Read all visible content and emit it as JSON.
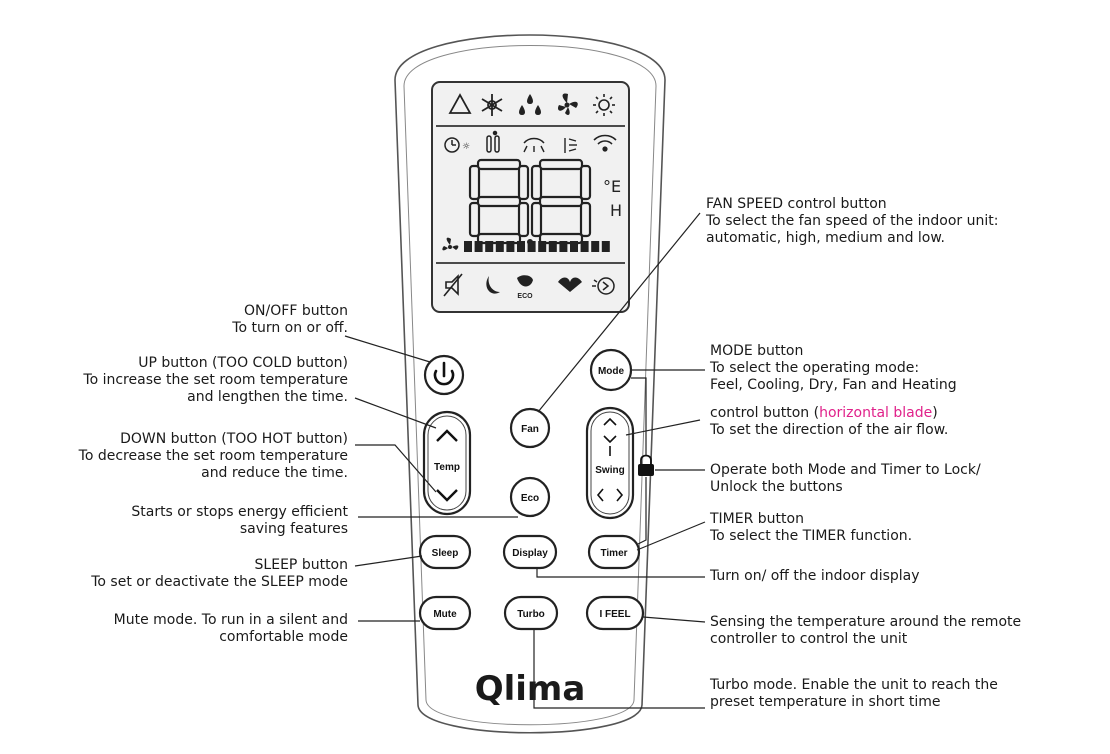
{
  "remote": {
    "brand": "Qlima",
    "display": {
      "digits": "88",
      "degree_units": [
        "°E",
        "H"
      ]
    },
    "buttons": {
      "mode": "Mode",
      "fan": "Fan",
      "temp": "Temp",
      "swing": "Swing",
      "eco": "Eco",
      "sleep": "Sleep",
      "display": "Display",
      "timer": "Timer",
      "mute": "Mute",
      "turbo": "Turbo",
      "ifeel": "I FEEL"
    }
  },
  "annotations": {
    "on_off": [
      "ON/OFF button",
      "To turn on or off."
    ],
    "up": [
      "UP button (TOO COLD button)",
      "To increase the set room temperature",
      "and lengthen the time."
    ],
    "down": [
      "DOWN button (TOO HOT button)",
      "To decrease the set room temperature",
      "and reduce the time."
    ],
    "eco": [
      "Starts or stops energy efficient",
      "saving features"
    ],
    "sleep": [
      "SLEEP button",
      "To set or deactivate the SLEEP mode"
    ],
    "mute": [
      "Mute mode. To run in a silent and",
      "comfortable mode"
    ],
    "fan_speed": [
      "FAN SPEED control button",
      "To select the fan speed of the indoor unit:",
      "automatic, high, medium and low."
    ],
    "mode": [
      "MODE button",
      "To select the operating mode:",
      "Feel, Cooling, Dry, Fan and Heating"
    ],
    "swing_prefix": "control button (",
    "swing_highlight": "horizontal blade",
    "swing_suffix": ")",
    "swing_line2": "To set the direction of the air flow.",
    "lock": [
      "Operate both Mode and Timer to Lock/",
      "Unlock the buttons"
    ],
    "timer": [
      "TIMER button",
      "To select the TIMER function."
    ],
    "display": "Turn on/ off the indoor display",
    "ifeel": [
      "Sensing the temperature around the remote",
      "controller to control the unit"
    ],
    "turbo": [
      "Turbo mode. Enable the unit to reach the",
      "preset temperature in short time"
    ]
  },
  "colors": {
    "highlight": "#e0218a",
    "ink": "#1a1a1a",
    "lcd_bg": "#f1f1f1"
  }
}
